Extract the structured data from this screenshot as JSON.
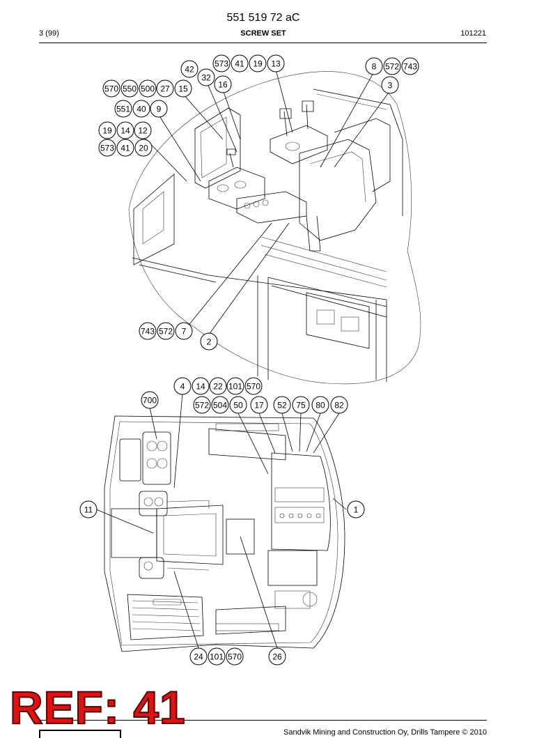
{
  "header": {
    "doc_number": "551 519 72 aC",
    "page": "3 (99)",
    "title": "SCREW SET",
    "date": "101221"
  },
  "footer": {
    "text": "Sandvik Mining and Construction Oy, Drills Tampere © 2010",
    "stamp": "REF: 41"
  },
  "callouts_top": [
    "573",
    "41",
    "19",
    "13",
    "42",
    "32",
    "16",
    "8",
    "572",
    "743",
    "570",
    "550",
    "500",
    "27",
    "15",
    "3",
    "551",
    "40",
    "9",
    "19",
    "14",
    "12",
    "573",
    "41",
    "20",
    "743",
    "572",
    "7",
    "2"
  ],
  "callouts_bottom": [
    "4",
    "14",
    "22",
    "101",
    "570",
    "700",
    "572",
    "504",
    "50",
    "17",
    "52",
    "75",
    "80",
    "82",
    "11",
    "1",
    "24",
    "101",
    "570",
    "26"
  ]
}
